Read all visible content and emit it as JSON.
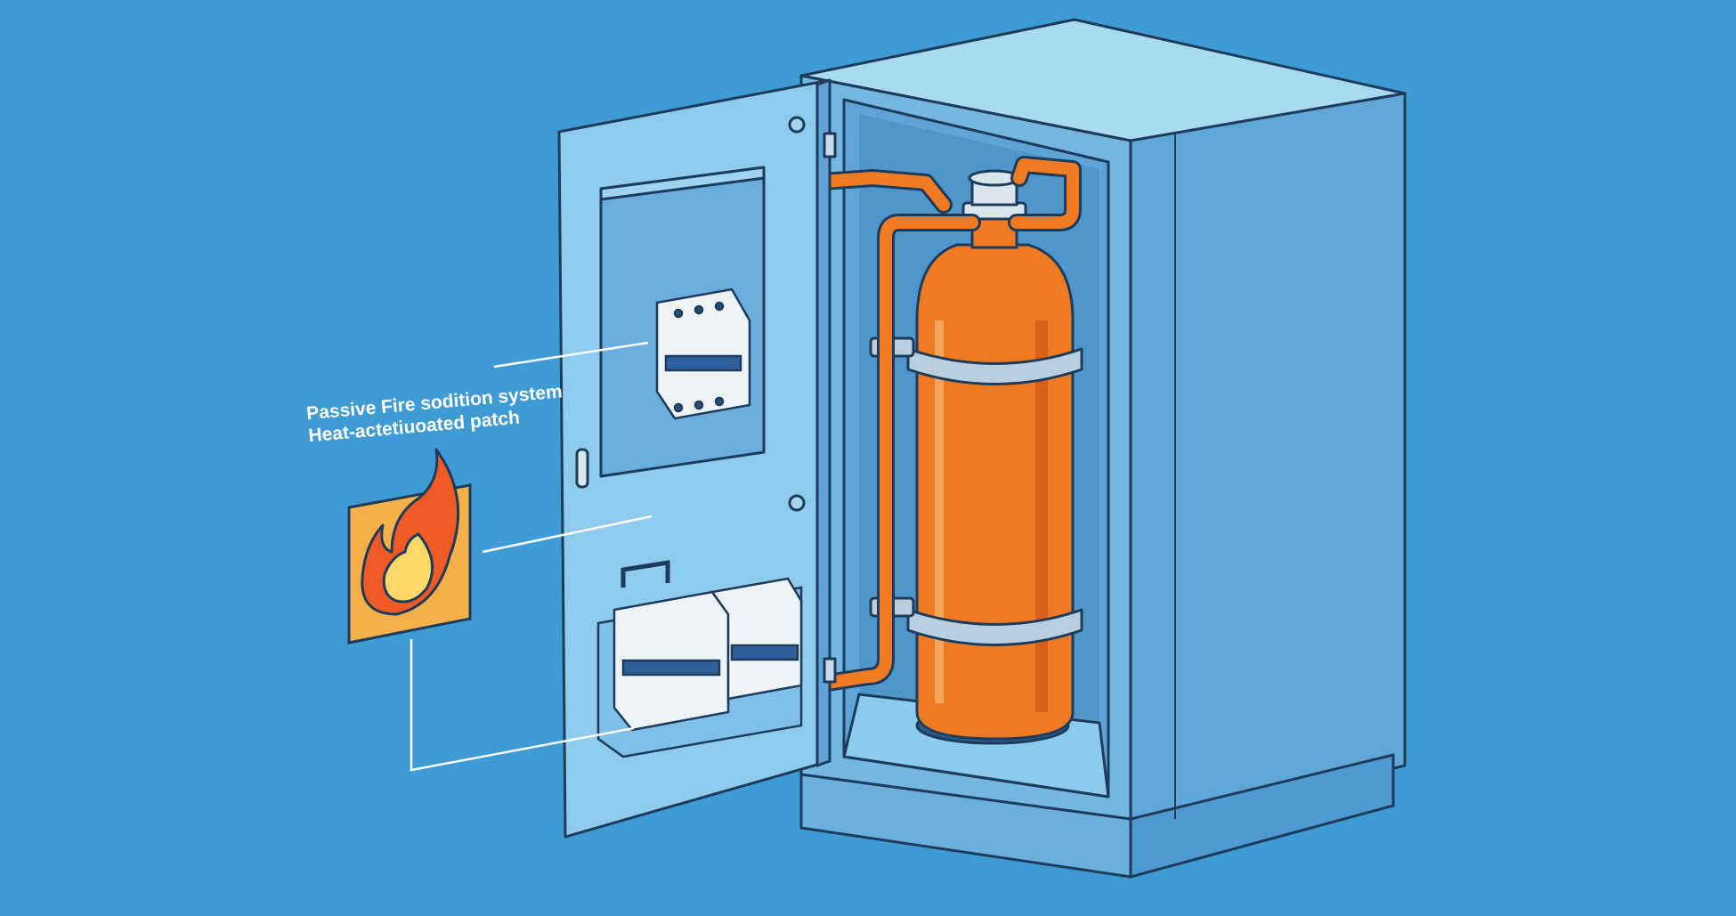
{
  "labels": {
    "line1": "Passive Fire sodition system",
    "line2": "Heat-actetiuoated patch"
  },
  "colors": {
    "background": "#3f9bd3",
    "cabinet_light": "#9fd3ef",
    "cabinet_mid": "#6fb6e2",
    "cabinet_dark": "#4a93c8",
    "outline": "#1d3b5a",
    "pipe_orange": "#f07b22",
    "cylinder_orange": "#ee7a24",
    "flame_red": "#f05a24",
    "flame_yellow": "#ffd86a",
    "patch_fill": "#f6b04a"
  },
  "icons": [
    "flame-icon",
    "extinguisher-cylinder",
    "circuit-breaker"
  ]
}
